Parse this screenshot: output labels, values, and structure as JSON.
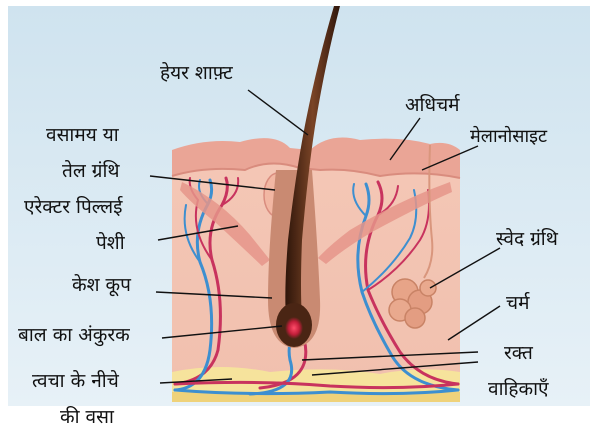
{
  "labels": {
    "hair_shaft": "हेयर शाफ़्ट",
    "epidermis": "अधिचर्म",
    "melanocyte": "मेलानोसाइट",
    "sebaceous_line1": "वसामय या",
    "sebaceous_line2": "तेल ग्रंथि",
    "arrector_line1": "एरेक्टर पिल्लई",
    "arrector_line2": "पेशी",
    "sweat_gland": "स्वेद ग्रंथि",
    "follicle": "केश कूप",
    "dermis": "चर्म",
    "hair_bulb": "बाल का अंकुरक",
    "blood_line1": "रक्त",
    "blood_line2": "वाहिकाएँ",
    "fat_line1": "त्वचा के नीचे",
    "fat_line2": "की वसा"
  },
  "colors": {
    "background": "#ffffff",
    "frame_gradient_top": "#cfe3ef",
    "dermis": "#f4c6b4",
    "epidermis": "#e9a596",
    "fat": "#f6e39c",
    "hair": "#4a2514",
    "artery": "#c8335e",
    "vein": "#3d8fd0"
  }
}
